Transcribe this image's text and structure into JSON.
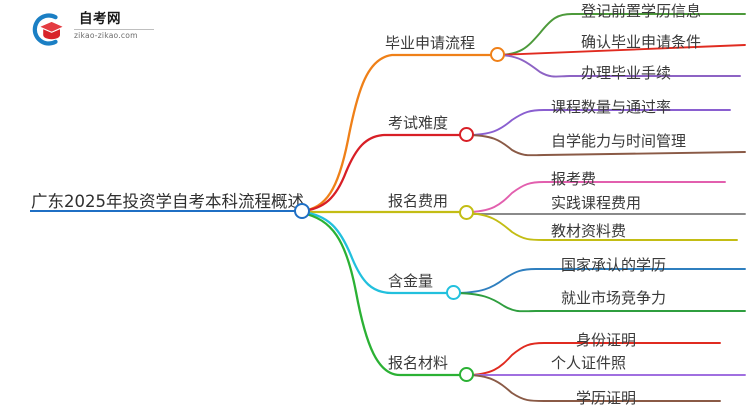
{
  "logo": {
    "title": "自考网",
    "domain": "zikao-zikao.com",
    "mark_icon": "graduation-cap-circle-icon",
    "arc_color": "#1b7fc4",
    "cap_color": "#d8232a"
  },
  "mindmap": {
    "root": {
      "label": "广东2025年投资学自考本科流程概述",
      "color": "#1f6fc4"
    },
    "branches": [
      {
        "label": "毕业申请流程",
        "color": "#ef8018",
        "children": [
          {
            "label": "登记前置学历信息",
            "color": "#4d9a3b"
          },
          {
            "label": "确认毕业申请条件",
            "color": "#e02b20"
          },
          {
            "label": "办理毕业手续",
            "color": "#8d63c4"
          }
        ]
      },
      {
        "label": "考试难度",
        "color": "#d81f26",
        "children": [
          {
            "label": "课程数量与通过率",
            "color": "#8a5fd0"
          },
          {
            "label": "自学能力与时间管理",
            "color": "#8a5a46"
          }
        ]
      },
      {
        "label": "报名费用",
        "color": "#c3bd14",
        "children": [
          {
            "label": "报考费",
            "color": "#e25fae"
          },
          {
            "label": "实践课程费用",
            "color": "#8a8a8a"
          },
          {
            "label": "教材资料费",
            "color": "#c3bd14"
          }
        ]
      },
      {
        "label": "含金量",
        "color": "#22c0dd",
        "children": [
          {
            "label": "国家承认的学历",
            "color": "#2f7fbf"
          },
          {
            "label": "就业市场竞争力",
            "color": "#2f9e3f"
          }
        ]
      },
      {
        "label": "报名材料",
        "color": "#2bb134",
        "children": [
          {
            "label": "身份证明",
            "color": "#e02b20"
          },
          {
            "label": "个人证件照",
            "color": "#a06fe0"
          },
          {
            "label": "学历证明",
            "color": "#8a5a46"
          }
        ]
      }
    ]
  }
}
